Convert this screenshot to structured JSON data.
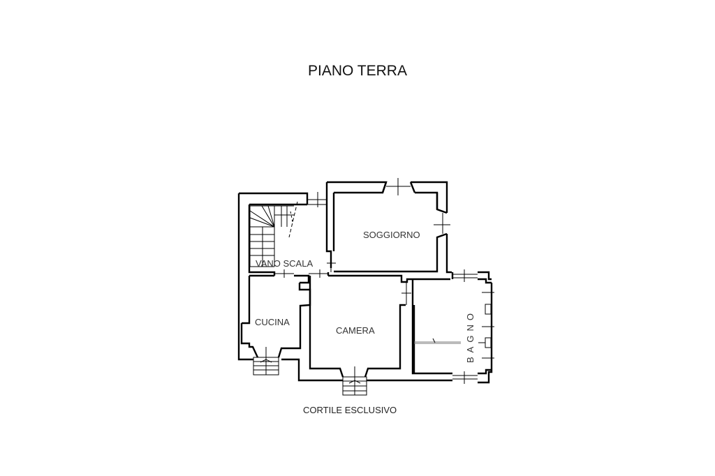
{
  "plan": {
    "title": "PIANO TERRA",
    "caption": "CORTILE ESCLUSIVO",
    "rooms": [
      {
        "name": "vano-scala",
        "label": "VANO SCALA"
      },
      {
        "name": "soggiorno",
        "label": "SOGGIORNO"
      },
      {
        "name": "cucina",
        "label": "CUCINA"
      },
      {
        "name": "camera",
        "label": "CAMERA"
      },
      {
        "name": "bagno",
        "label": "BAGNO",
        "letters": [
          "B",
          "A",
          "G",
          "N",
          "O"
        ]
      }
    ],
    "colors": {
      "background": "#ffffff",
      "walls": "#000000",
      "text": "#222222"
    }
  }
}
